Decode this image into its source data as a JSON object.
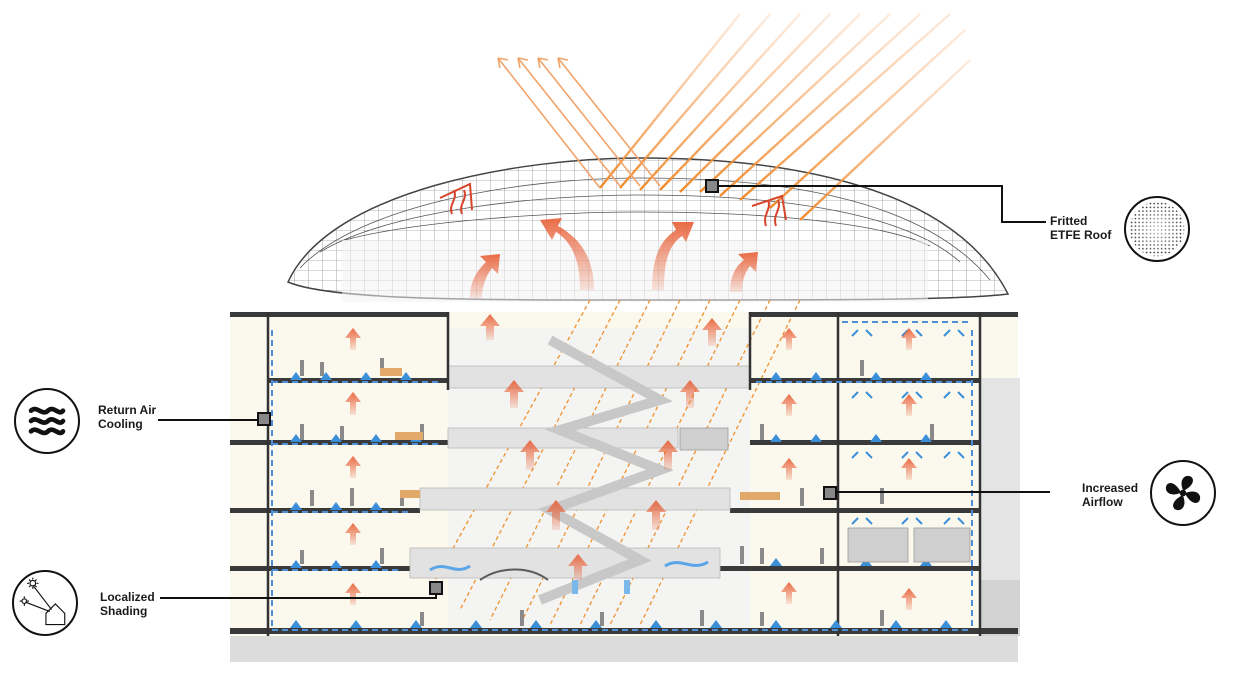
{
  "callouts": {
    "etfe_roof": {
      "label": "Fritted\nETFE Roof",
      "icon": "dot-pattern-icon"
    },
    "return_air": {
      "label": "Return Air\nCooling",
      "icon": "waves-icon"
    },
    "airflow": {
      "label": "Increased\nAirflow",
      "icon": "fan-icon"
    },
    "shading": {
      "label": "Localized\nShading",
      "icon": "sun-house-icon"
    }
  },
  "colors": {
    "sun_ray": "#f08a2c",
    "warm_air": "#e8643c",
    "cool_air": "#3a8fd8",
    "structure": "#333333",
    "floor_fill": "#fbf8ee",
    "roof_line": "#555555"
  }
}
